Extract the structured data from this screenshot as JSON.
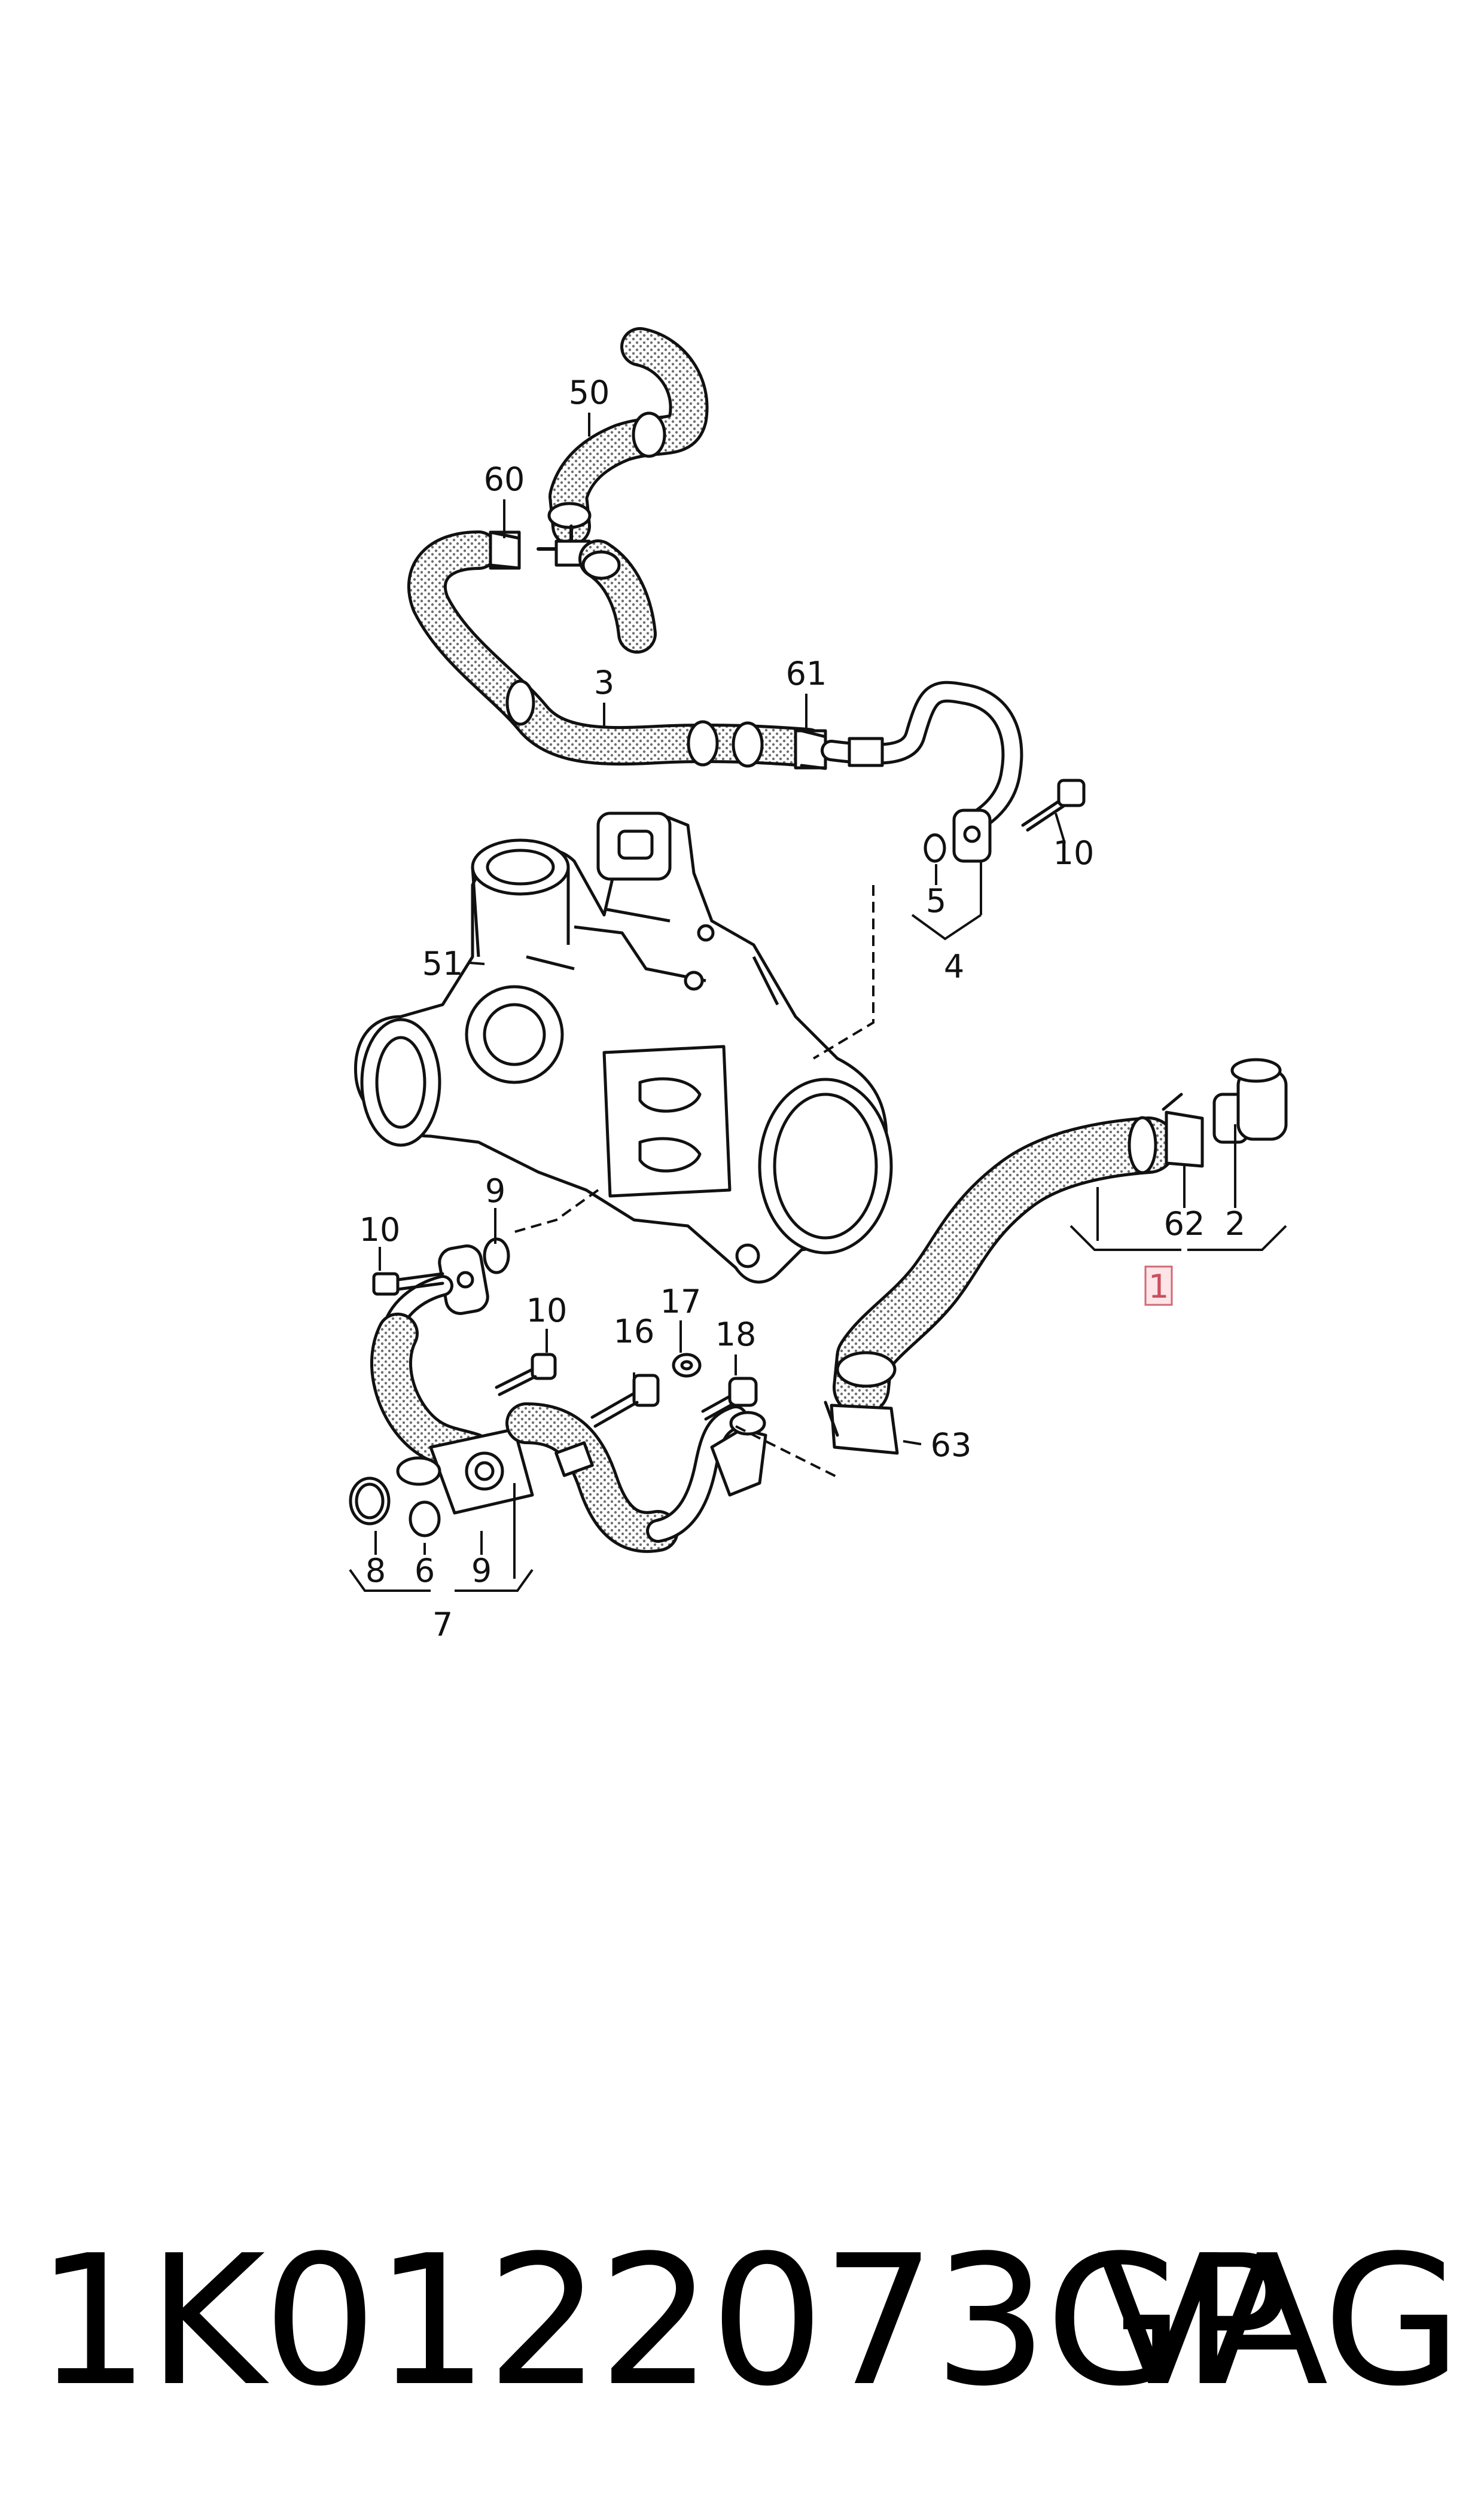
{
  "diagram": {
    "callouts": {
      "c50": "50",
      "c60": "60",
      "c3": "3",
      "c61": "61",
      "c10a": "10",
      "c5": "5",
      "c4": "4",
      "c51": "51",
      "c62": "62",
      "c2": "2",
      "c1": "1",
      "c10b": "10",
      "c9a": "9",
      "c10c": "10",
      "c17": "17",
      "c16": "16",
      "c18": "18",
      "c63": "63",
      "c8": "8",
      "c6": "6",
      "c9b": "9",
      "c7": "7"
    },
    "highlighted_callout": "1",
    "highlight_color": "#fde4e6",
    "line_color": "#111111",
    "hose_dot_color": "#6f6f6f"
  },
  "footer": {
    "part_number": "1K0122073GP",
    "brand": "VAG"
  }
}
